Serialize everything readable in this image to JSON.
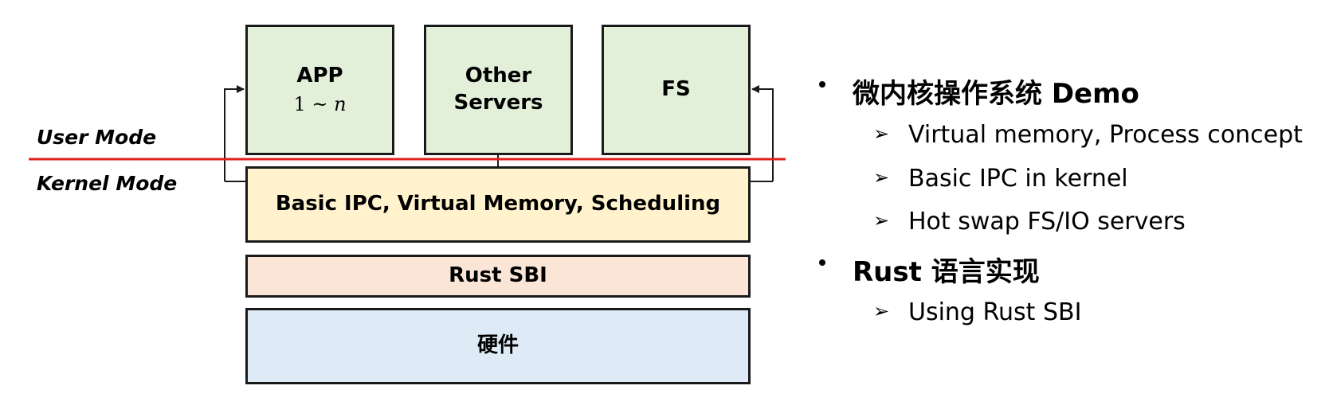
{
  "diagram": {
    "nodes": {
      "app": {
        "label": "APP",
        "sub_a": "1",
        "sub_sep": " ~ ",
        "sub_b": "n"
      },
      "other": {
        "label_line1": "Other",
        "label_line2": "Servers"
      },
      "fs": {
        "label": "FS"
      },
      "ipc": {
        "label": "Basic IPC, Virtual Memory, Scheduling"
      },
      "sbi": {
        "label": "Rust SBI"
      },
      "hw": {
        "label": "硬件"
      }
    },
    "modes": {
      "user": "User Mode",
      "kernel": "Kernel Mode"
    },
    "colors": {
      "app_servers": "#e2efd9",
      "kernel": "#fff2cc",
      "sbi": "#fbe5d6",
      "hardware": "#deebf7",
      "boundary_line": "#e0201c"
    }
  },
  "bullets": [
    {
      "text": "微内核操作系统 Demo",
      "items": [
        "Virtual memory, Process concept",
        "Basic IPC in kernel",
        "Hot swap FS/IO servers"
      ]
    },
    {
      "text": "Rust 语言实现",
      "items": [
        "Using Rust SBI"
      ]
    }
  ]
}
